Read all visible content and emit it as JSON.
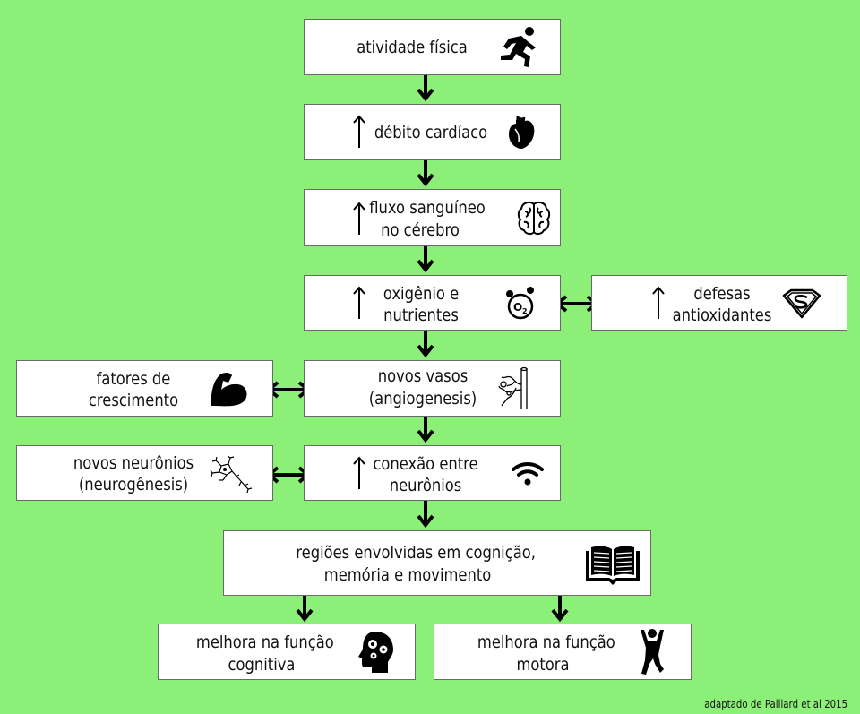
{
  "nodes": {
    "atividade": {
      "label": "atividade física"
    },
    "debito": {
      "label": "débito cardíaco"
    },
    "fluxo": {
      "line1": "fluxo sanguíneo",
      "line2": "no  cérebro"
    },
    "oxigenio": {
      "line1": "oxigênio e",
      "line2": "nutrientes"
    },
    "defesas": {
      "line1": "defesas",
      "line2": "antioxidantes"
    },
    "fatores": {
      "line1": "fatores de",
      "line2": "crescimento"
    },
    "vasos": {
      "line1": "novos vasos",
      "line2": "(angiogenesis)"
    },
    "neuronios": {
      "line1": "novos neurônios",
      "line2": "(neurogênesis)"
    },
    "conexao": {
      "line1": "conexão entre",
      "line2": "neurônios"
    },
    "regioes": {
      "line1": "regiões envolvidas em cognição,",
      "line2": "memória e movimento"
    },
    "cognitiva": {
      "line1": "melhora na função",
      "line2": "cognitiva"
    },
    "motora": {
      "line1": "melhora na função",
      "line2": "motora"
    }
  },
  "icons": {
    "atividade": "running-person-icon",
    "debito": "heart-icon",
    "fluxo": "brain-icon",
    "oxigenio": "oxygen-icon",
    "defesas": "superman-shield-icon",
    "fatores": "flexed-arm-icon",
    "vasos": "blood-vessel-icon",
    "neuronios": "neuron-icon",
    "conexao": "wifi-icon",
    "regioes": "open-book-icon",
    "cognitiva": "head-gears-icon",
    "motora": "jumping-person-icon"
  },
  "credit": "adaptado de Paillard et al 2015",
  "colors": {
    "background": "#8cf078",
    "box": "#ffffff",
    "arrow": "#000000"
  }
}
